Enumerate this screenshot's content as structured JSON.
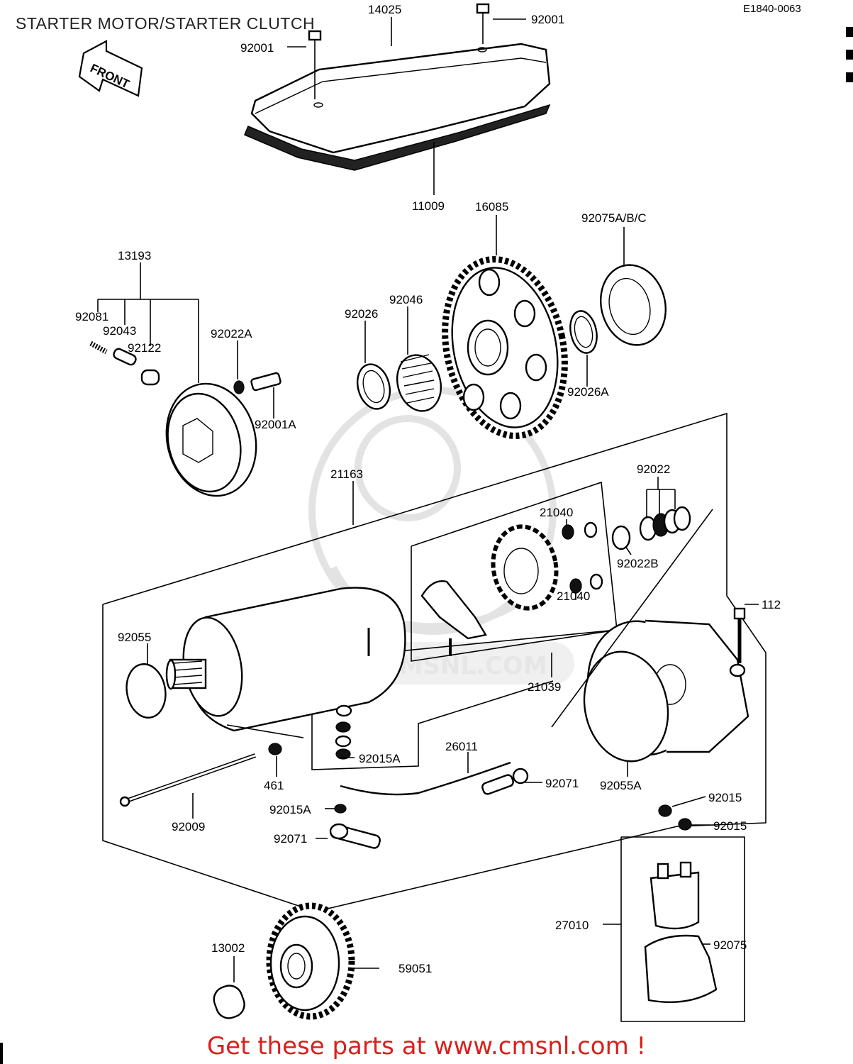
{
  "header": {
    "title": "STARTER MOTOR/STARTER CLUTCH",
    "diagram_code": "E1840-0063"
  },
  "front_arrow_label": "FRONT",
  "watermark_text": "WWW.CMSNL.COM",
  "parts": {
    "p14025": "14025",
    "p92001_left": "92001",
    "p92001_right": "92001",
    "p11009": "11009",
    "p16085": "16085",
    "p92075abc": "92075A/B/C",
    "p13193": "13193",
    "p92081": "92081",
    "p92043": "92043",
    "p92122": "92122",
    "p92022a": "92022A",
    "p92001a": "92001A",
    "p92026": "92026",
    "p92046": "92046",
    "p92026a": "92026A",
    "p21163": "21163",
    "p92022": "92022",
    "p21040_top": "21040",
    "p21040_bottom": "21040",
    "p92022b": "92022B",
    "p112": "112",
    "p92055": "92055",
    "p21039": "21039",
    "p92015a_top": "92015A",
    "p26011": "26011",
    "p461": "461",
    "p92071_right": "92071",
    "p92055a": "92055A",
    "p92009": "92009",
    "p92015a_bottom": "92015A",
    "p92071_bottom": "92071",
    "p92015_top": "92015",
    "p92015_bottom": "92015",
    "p27010": "27010",
    "p92075": "92075",
    "p13002": "13002",
    "p59051": "59051"
  },
  "footer": {
    "text": "Get these parts at www.cmsnl.com !"
  },
  "colors": {
    "footer_red": "#d8201c",
    "ink": "#000000",
    "watermark": "#e3e3e3"
  }
}
